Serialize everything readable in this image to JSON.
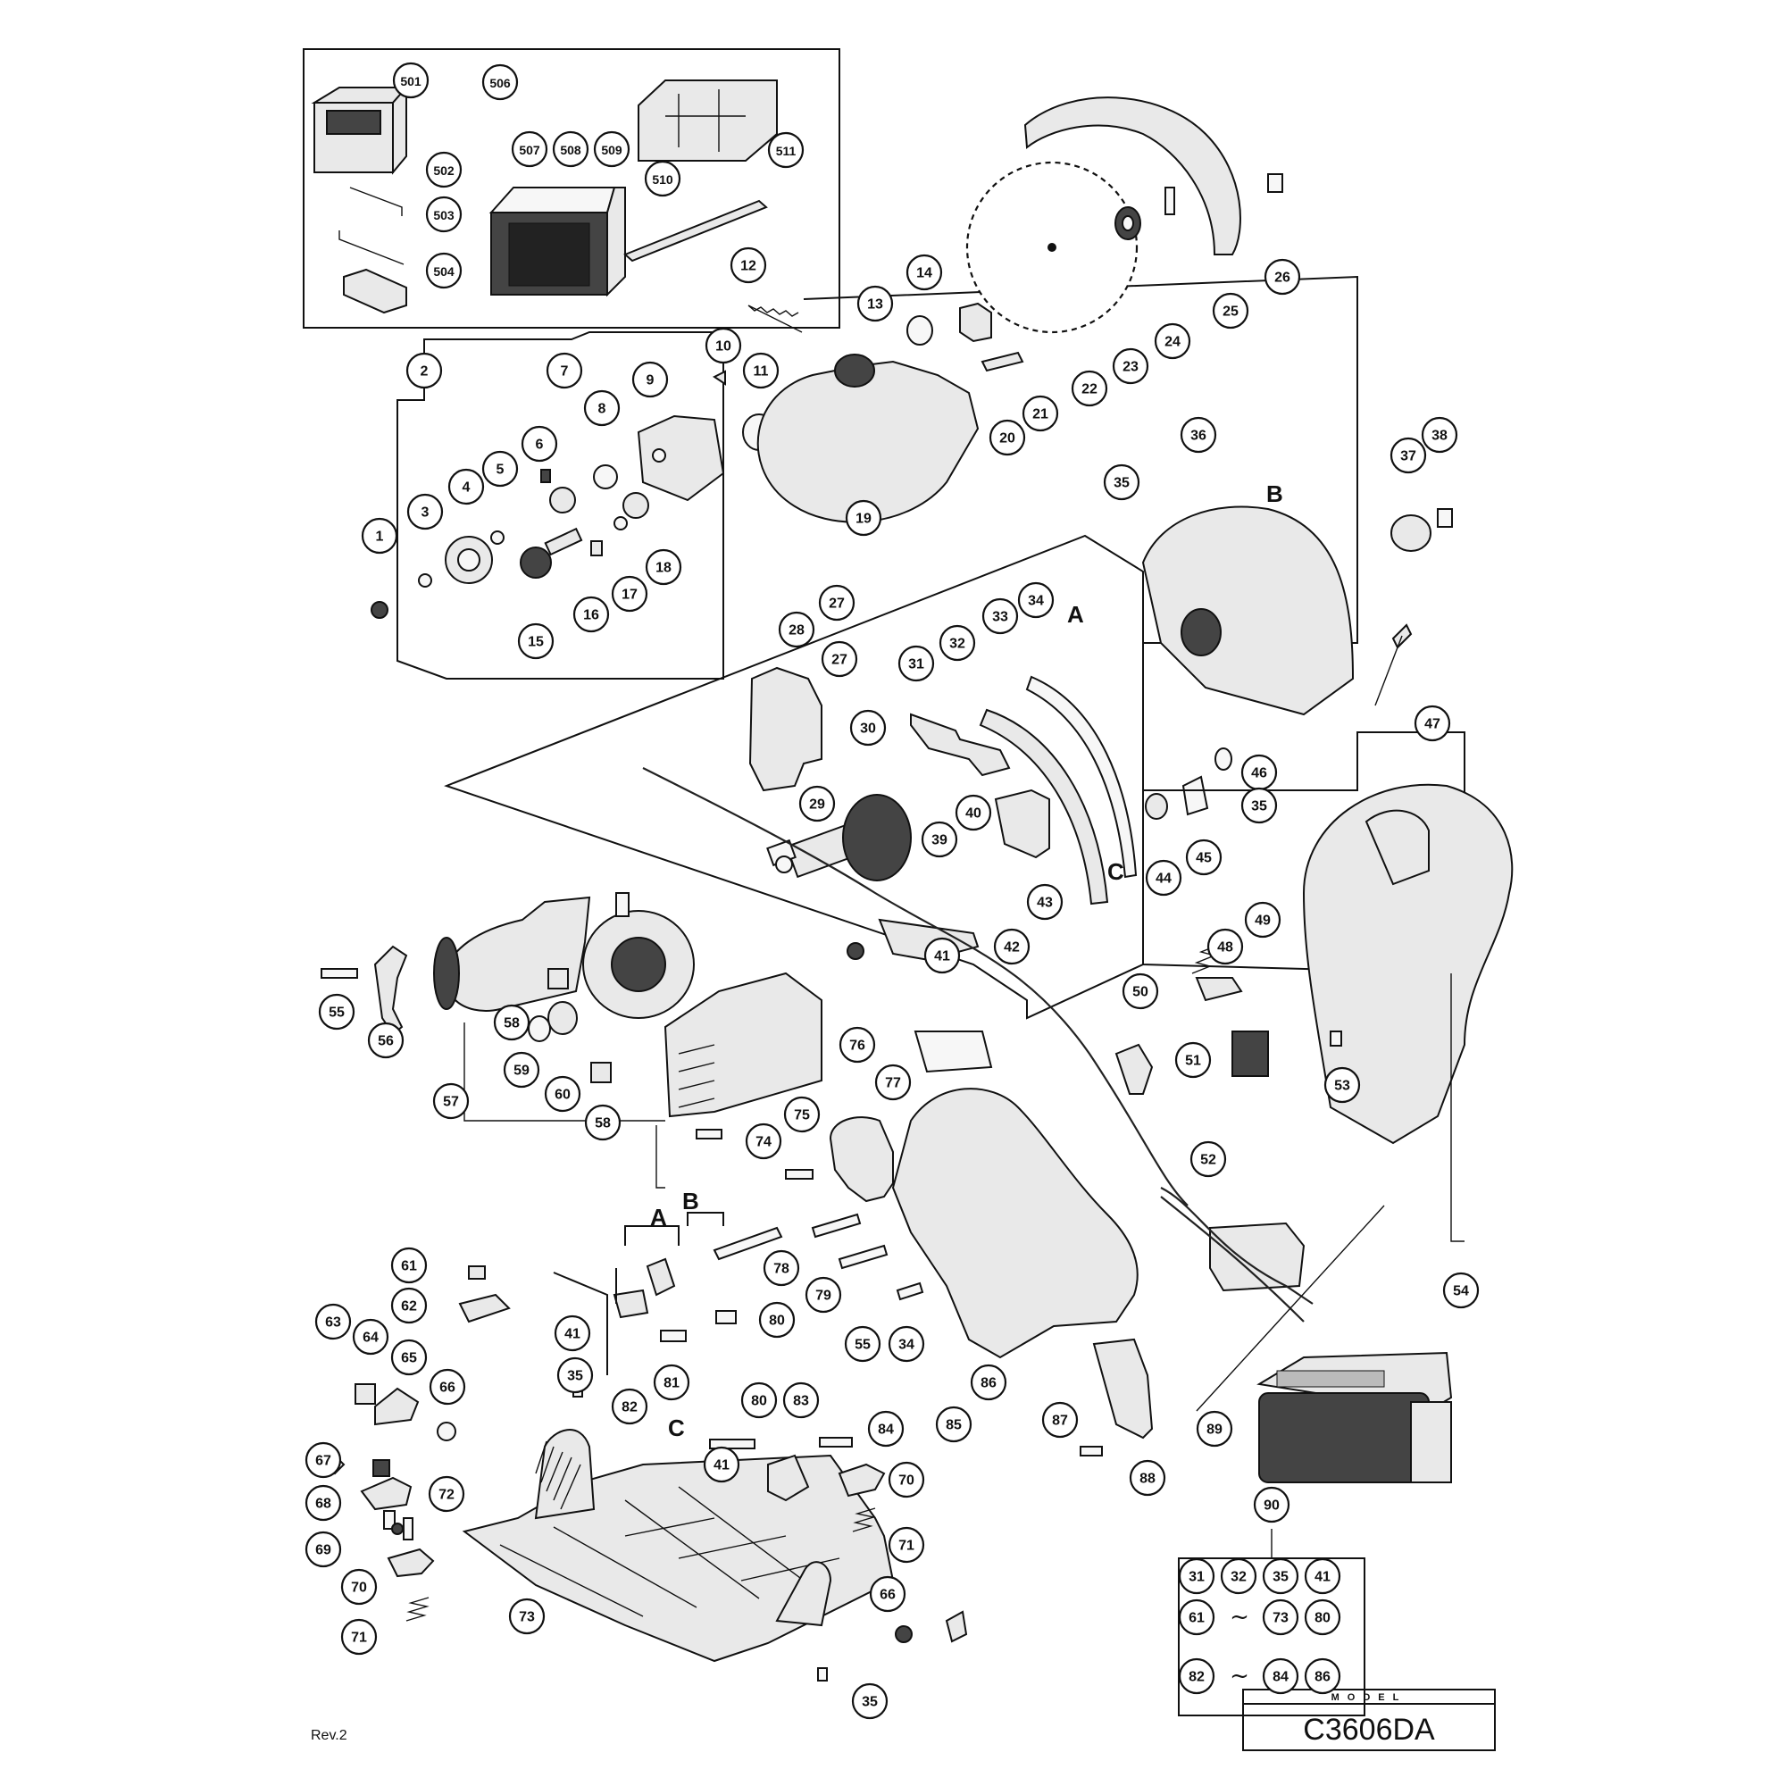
{
  "model_box": {
    "header": "MODEL",
    "name": "C3606DA"
  },
  "revision": "Rev.2",
  "reference_letters": [
    "A",
    "B",
    "C"
  ],
  "callouts": [
    "1",
    "2",
    "3",
    "4",
    "5",
    "6",
    "7",
    "8",
    "9",
    "10",
    "11",
    "12",
    "13",
    "14",
    "15",
    "16",
    "17",
    "18",
    "19",
    "20",
    "21",
    "22",
    "23",
    "24",
    "25",
    "26",
    "27",
    "28",
    "29",
    "30",
    "31",
    "32",
    "33",
    "34",
    "35",
    "36",
    "37",
    "38",
    "39",
    "40",
    "41",
    "42",
    "43",
    "44",
    "45",
    "46",
    "47",
    "48",
    "49",
    "50",
    "51",
    "52",
    "53",
    "54",
    "55",
    "56",
    "57",
    "58",
    "59",
    "60",
    "61",
    "62",
    "63",
    "64",
    "65",
    "66",
    "67",
    "68",
    "69",
    "70",
    "71",
    "72",
    "73",
    "74",
    "75",
    "76",
    "77",
    "78",
    "79",
    "80",
    "81",
    "82",
    "83",
    "84",
    "85",
    "86",
    "87",
    "88",
    "89",
    "90",
    "501",
    "502",
    "503",
    "504",
    "506",
    "507",
    "508",
    "509",
    "510",
    "511"
  ],
  "kit_90": {
    "label": "90",
    "rows": [
      [
        "31",
        "32",
        "35",
        "41"
      ],
      [
        "61",
        "~",
        "73",
        "80"
      ],
      [
        "82",
        "~",
        "84",
        "86"
      ]
    ]
  }
}
